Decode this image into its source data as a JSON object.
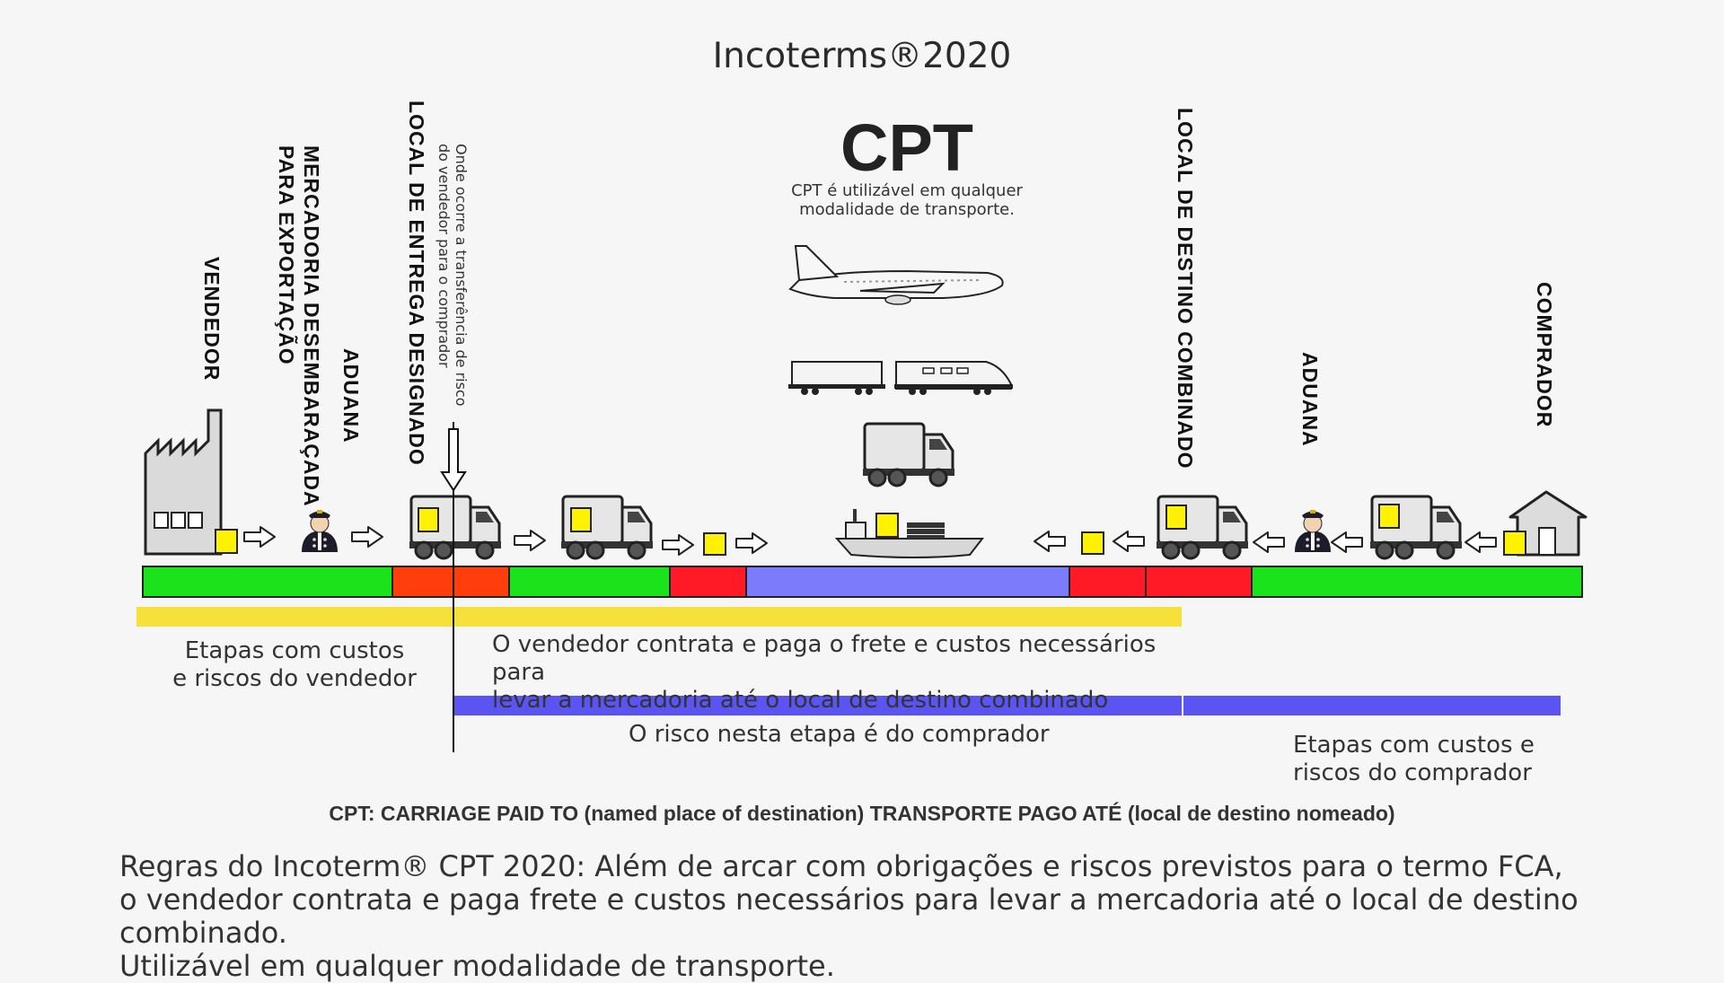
{
  "header": {
    "title": "Incoterms®2020"
  },
  "term": {
    "code": "CPT",
    "note": "CPT é utilizável em qualquer\nmodalidade de transporte."
  },
  "labels": {
    "seller": "VENDEDOR",
    "goods_cleared": "MERCADORIA DESEMBARAÇADA\nPARA EXPORTAÇÃO",
    "customs_origin": "ADUANA",
    "delivery_place": "LOCAL DE ENTREGA DESIGNADO",
    "risk_transfer": "Onde ocorre a transferência de risco\ndo vendedor para o comprador",
    "destination_place": "LOCAL DE DESTINO COMBINADO",
    "customs_destination": "ADUANA",
    "buyer": "COMPRADOR"
  },
  "bars": {
    "seller_costs": "Etapas com custos\ne riscos do vendedor",
    "seller_freight": "O vendedor contrata e paga o frete e custos necessários para\nlevar a mercadoria até o local de destino combinado",
    "buyer_risk": "O risco nesta etapa é do comprador",
    "buyer_costs": "Etapas com custos e\nriscos do comprador"
  },
  "colors": {
    "green": "#1be31b",
    "orange_red": "#ff3d0d",
    "red": "#ff1a26",
    "blue_stage": "#7b7bfb",
    "yellow": "#f5e13a",
    "blue_bar": "#5a54f2",
    "cargo": "#fff200"
  },
  "icons": {
    "origin": "factory-icon",
    "customs": "customs-officer-icon",
    "truck": "truck-icon",
    "cargo": "cargo-box-icon",
    "plane": "airplane-icon",
    "train": "train-icon",
    "ship": "ship-icon",
    "destination": "house-icon",
    "arrow": "arrow-right-icon"
  },
  "footer": {
    "title": "CPT: CARRIAGE PAID TO (named place of destination) TRANSPORTE PAGO ATÉ (local de destino nomeado)",
    "rules": "Regras do Incoterm® CPT 2020: Além de arcar com obrigações e riscos previstos para o termo FCA,\no vendedor contrata e paga frete e custos necessários para levar a mercadoria até o local de destino combinado.\nUtilizável em qualquer modalidade de transporte."
  }
}
